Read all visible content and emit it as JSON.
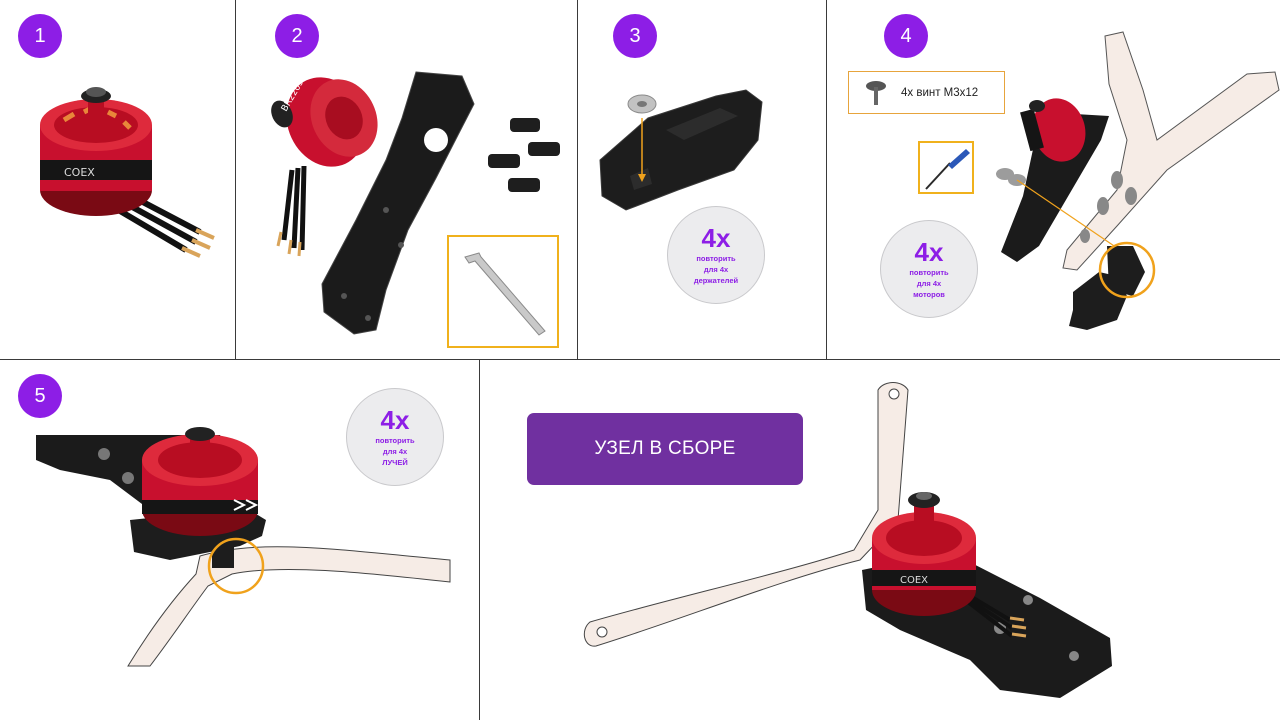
{
  "steps": [
    {
      "number": "1"
    },
    {
      "number": "2"
    },
    {
      "number": "3",
      "repeat": {
        "count": "4x",
        "line1": "повторить",
        "line2": "для 4х",
        "line3": "держателей"
      }
    },
    {
      "number": "4",
      "repeat": {
        "count": "4x",
        "line1": "повторить",
        "line2": "для 4х",
        "line3": "моторов"
      },
      "callout": {
        "icon": "screw-icon",
        "label": "4х винт М3х12"
      }
    },
    {
      "number": "5",
      "repeat": {
        "count": "4x",
        "line1": "повторить",
        "line2": "для 4х",
        "line3": "ЛУЧЕЙ"
      }
    }
  ],
  "assembled": {
    "label": "УЗЕЛ В СБОРЕ"
  },
  "motor_markings": {
    "brand": "COEX",
    "model": "BR2205"
  },
  "colors": {
    "badge": "#8d1ee6",
    "banner": "#7030a0",
    "highlight": "#f0a21c",
    "motor_red": "#c8102e",
    "plate": "#1b1b1b",
    "arm": "#f6e8de"
  }
}
